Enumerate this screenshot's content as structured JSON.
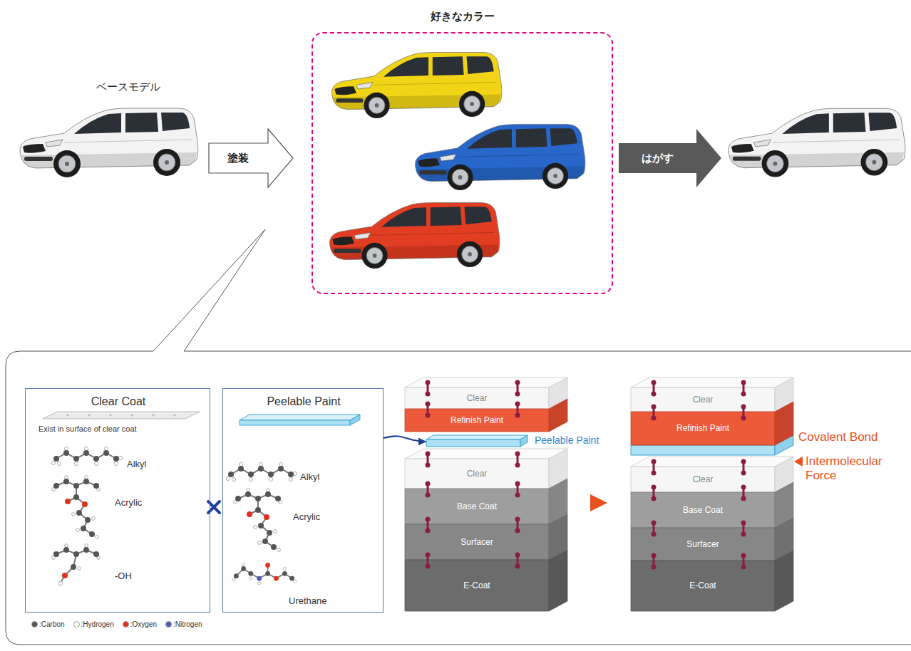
{
  "diagram": {
    "nodes": [
      {
        "text": [
          "塗装"
        ]
      },
      {
        "text": [
          "好きなカラー"
        ]
      },
      {
        "text": [
          "はがす"
        ]
      },
      {
        "text": [
          "Clear Coat",
          "Exist in surface of clear coat",
          "Alkyl",
          "Acrylic",
          "-OH"
        ]
      },
      {
        "text": [
          "Peelable Paint",
          "Alkyl",
          "Acrylic",
          "Urethane"
        ]
      },
      {
        "text": [
          "Clear"
        ]
      },
      {
        "text": [
          "Refinish Paint"
        ]
      },
      {
        "text": [
          "Peelable Paint"
        ]
      },
      {
        "text": [
          "Clear"
        ]
      },
      {
        "text": [
          "Base Coat"
        ]
      },
      {
        "text": [
          "Surfacer"
        ]
      },
      {
        "text": [
          "E-Coat"
        ]
      },
      {
        "text": [
          "Clear"
        ]
      },
      {
        "text": [
          "Refinish Paint"
        ]
      },
      {
        "text": [
          "Clear"
        ]
      },
      {
        "text": [
          "Base Coat"
        ]
      },
      {
        "text": [
          "Surfacer"
        ]
      },
      {
        "text": [
          "E-Coat"
        ]
      }
    ],
    "edges": [
      {
        "from": 4,
        "to": 7,
        "arrow": "to"
      }
    ],
    "labels": [
      "ベースモデル",
      "Covalent Bond",
      "Intermolecular Force"
    ],
    "legend": [
      {
        "text": ":Carbon",
        "color": "#555555"
      },
      {
        "text": ":Hydrogen",
        "color": "#ffffff"
      },
      {
        "text": ":Oxygen",
        "color": "#e0301e"
      },
      {
        "text": ":Nitrogen",
        "color": "#4a5bb5"
      }
    ]
  }
}
